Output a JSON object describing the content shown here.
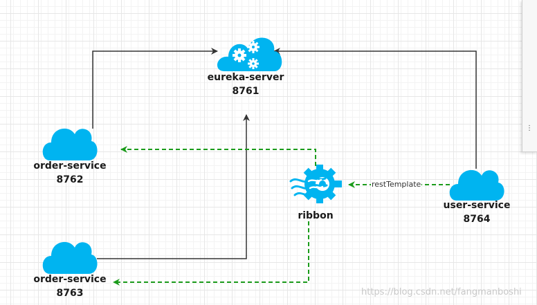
{
  "nodes": {
    "eureka": {
      "name": "eureka-server",
      "port": "8761",
      "icon": "cloud-gears-icon"
    },
    "order1": {
      "name": "order-service",
      "port": "8762",
      "icon": "cloud-icon"
    },
    "order2": {
      "name": "order-service",
      "port": "8763",
      "icon": "cloud-icon"
    },
    "ribbon": {
      "name": "ribbon",
      "icon": "ribbon-gear-icon"
    },
    "user": {
      "name": "user-service",
      "port": "8764",
      "icon": "cloud-icon"
    }
  },
  "edges": {
    "rest_template_label": "restTemplate"
  },
  "colors": {
    "cloud": "#00b4f0",
    "solid_edge": "#333333",
    "dashed_edge": "#1a9b1a"
  },
  "watermark": "https://blog.csdn.net/fangmanboshi"
}
